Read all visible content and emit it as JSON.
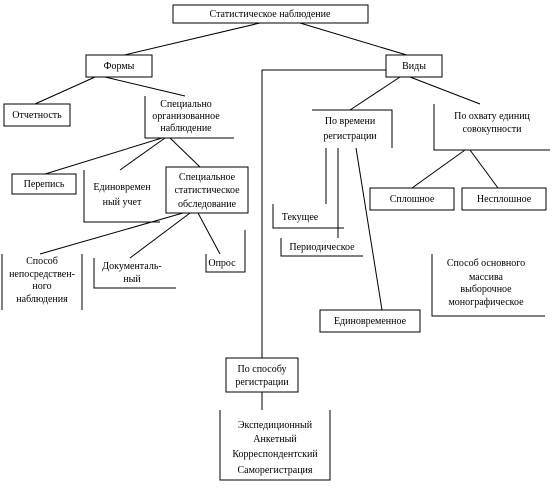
{
  "root": "Статистическое наблюдение",
  "forms": {
    "label": "Формы",
    "reporting": "Отчетность",
    "special": [
      "Специально",
      "организованное",
      "наблюдение"
    ],
    "census": "Перепись",
    "one_time": [
      "Единовремен",
      "ный учет"
    ],
    "special_survey": [
      "Специальное",
      "статистическое",
      "обследование"
    ],
    "methods": {
      "direct": [
        "Способ",
        "непосредствен-",
        "ного",
        "наблюдения"
      ],
      "documentary": [
        "Документаль-",
        "ный"
      ],
      "survey": "Опрос"
    }
  },
  "types": {
    "label": "Виды",
    "by_time": [
      "По времени",
      "регистрации"
    ],
    "by_coverage": [
      "По охвату единиц",
      "совокупности"
    ],
    "current": "Текущее",
    "periodic": "Периодическое",
    "one_time": "Единовременное",
    "continuous": "Сплошное",
    "non_continuous": "Несплошное",
    "non_continuous_methods": [
      "Способ основного",
      "массива",
      "выборочное",
      "монографическое"
    ]
  },
  "registration": {
    "label": [
      "По способу",
      "регистрации"
    ],
    "methods": [
      "Экспедиционный",
      "Анкетный",
      "Корреспондентский",
      "Саморегистрация"
    ]
  }
}
